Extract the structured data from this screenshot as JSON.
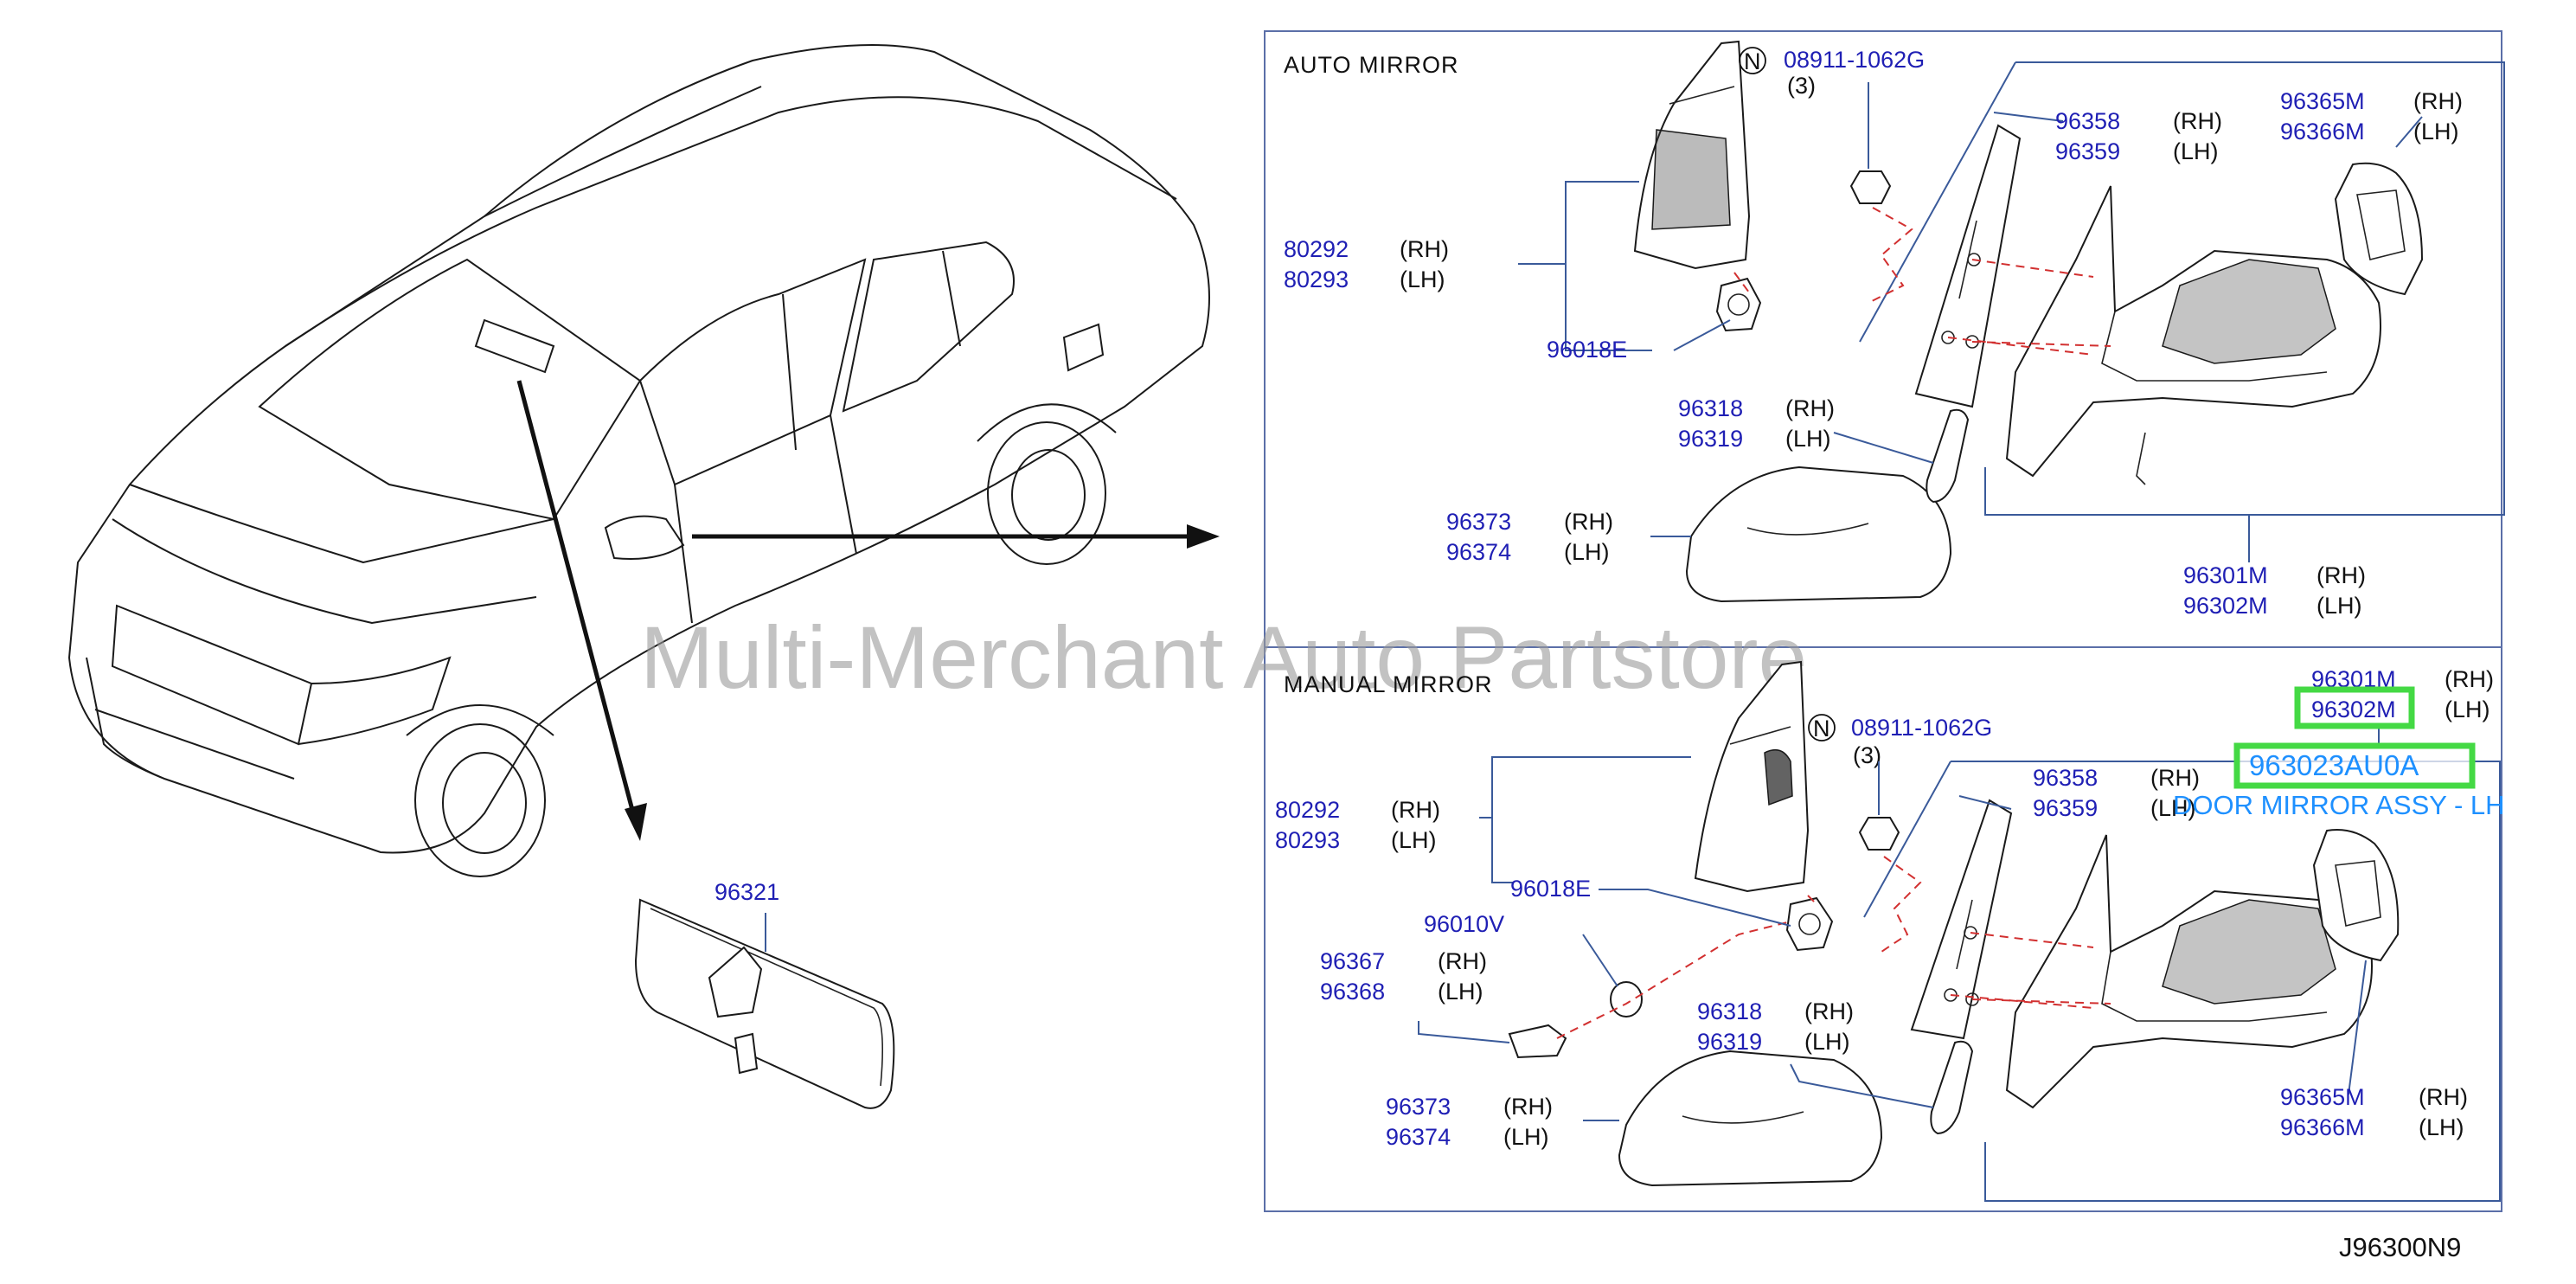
{
  "watermark": "Multi-Merchant Auto Partstore",
  "diagram_code": "J96300N9",
  "inside_mirror_part": "96321",
  "auto_mirror": {
    "title": "AUTO MIRROR",
    "bolt": {
      "symbol": "N",
      "number": "08911-1062G",
      "qty": "(3)"
    },
    "parts": [
      {
        "rh": "80292",
        "lh": "80293",
        "rh_tag": "(RH)",
        "lh_tag": "(LH)"
      },
      {
        "single": "96018E"
      },
      {
        "rh": "96318",
        "lh": "96319",
        "rh_tag": "(RH)",
        "lh_tag": "(LH)"
      },
      {
        "rh": "96373",
        "lh": "96374",
        "rh_tag": "(RH)",
        "lh_tag": "(LH)"
      },
      {
        "rh": "96358",
        "lh": "96359",
        "rh_tag": "(RH)",
        "lh_tag": "(LH)"
      },
      {
        "rh": "96365M",
        "lh": "96366M",
        "rh_tag": "(RH)",
        "lh_tag": "(LH)"
      },
      {
        "rh": "96301M",
        "lh": "96302M",
        "rh_tag": "(RH)",
        "lh_tag": "(LH)"
      }
    ]
  },
  "manual_mirror": {
    "title": "MANUAL MIRROR",
    "bolt": {
      "symbol": "N",
      "number": "08911-1062G",
      "qty": "(3)"
    },
    "parts": [
      {
        "rh": "80292",
        "lh": "80293",
        "rh_tag": "(RH)",
        "lh_tag": "(LH)"
      },
      {
        "single": "96018E"
      },
      {
        "single": "96010V"
      },
      {
        "rh": "96367",
        "lh": "96368",
        "rh_tag": "(RH)",
        "lh_tag": "(LH)"
      },
      {
        "rh": "96318",
        "lh": "96319",
        "rh_tag": "(RH)",
        "lh_tag": "(LH)"
      },
      {
        "rh": "96373",
        "lh": "96374",
        "rh_tag": "(RH)",
        "lh_tag": "(LH)"
      },
      {
        "rh": "96358",
        "lh": "96359",
        "rh_tag": "(RH)",
        "lh_tag": "(LH)"
      },
      {
        "rh": "96365M",
        "lh": "96366M",
        "rh_tag": "(RH)",
        "lh_tag": "(LH)"
      },
      {
        "rh": "96301M",
        "lh": "96302M",
        "rh_tag": "(RH)",
        "lh_tag": "(LH)"
      }
    ]
  },
  "highlight": {
    "part_number": "963023AU0A",
    "description": "DOOR MIRROR ASSY - LH",
    "box_color": "#44d944",
    "text_color": "#1e90ff"
  }
}
